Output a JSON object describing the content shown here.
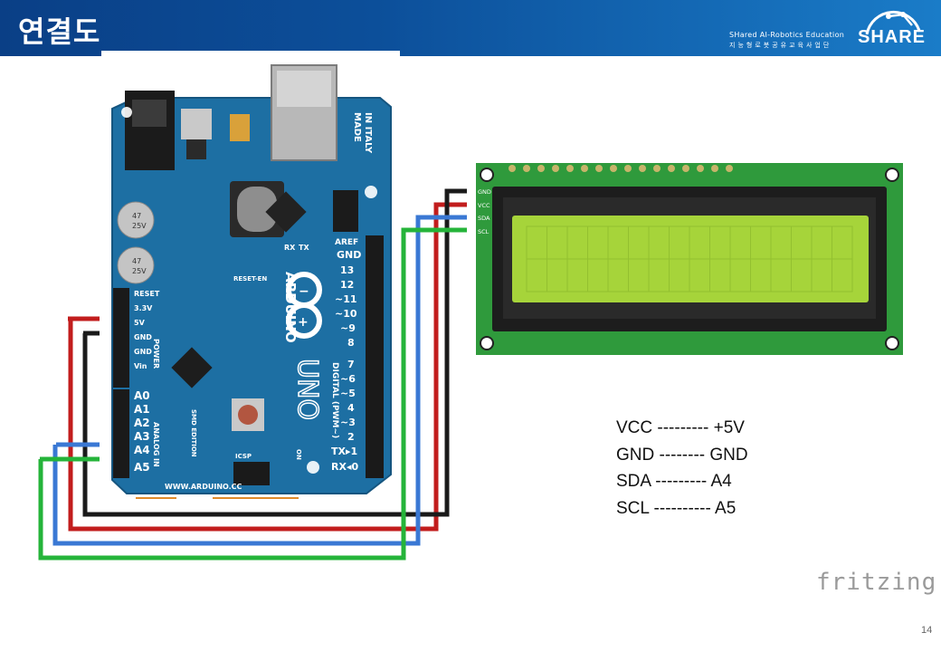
{
  "header": {
    "title": "연결도",
    "logo_line1": "SHared AI-Robotics Education",
    "logo_line2": "지능형로봇공유교육사업단",
    "logo_word": "SHARE"
  },
  "arduino": {
    "made_in": [
      "MADE",
      "IN ITALY"
    ],
    "brand": "ARDUINO",
    "model": "UNO",
    "website": "WWW.ARDUINO.CC",
    "reset_en": "RESET-EN",
    "smd": "SMD EDITION",
    "icsp": "ICSP",
    "on": "ON",
    "aref": "AREF",
    "digital_label": "DIGITAL (PWM~)",
    "power_label": "POWER",
    "analog_label": "ANALOG IN",
    "cap1": [
      "47",
      "25V"
    ],
    "cap2": [
      "47",
      "25V"
    ],
    "power_pins": [
      "RESET",
      "3.3V",
      "5V",
      "GND",
      "GND",
      "Vin"
    ],
    "analog_pins": [
      "A0",
      "A1",
      "A2",
      "A3",
      "A4",
      "A5"
    ],
    "digital_pins": [
      "GND",
      "13",
      "12",
      "~11",
      "~10",
      "~9",
      "8",
      "7",
      "~6",
      "~5",
      "4",
      "~3",
      "2",
      "TX▸1",
      "RX◂0"
    ],
    "rx": "RX",
    "tx": "TX"
  },
  "lcd": {
    "pins": [
      "GND",
      "VCC",
      "SDA",
      "SCL"
    ]
  },
  "mapping": [
    "VCC --------- +5V",
    "GND -------- GND",
    "SDA --------- A4",
    "SCL ---------- A5"
  ],
  "watermark": "fritzing",
  "page_number": "14",
  "colors": {
    "wire_vcc": "#c21d1d",
    "wire_gnd": "#1a1a1a",
    "wire_sda": "#3a78d4",
    "wire_scl": "#25b43a",
    "board": "#1d6fa3",
    "lcd_pcb": "#2f9a3c",
    "lcd_screen": "#a6d43a"
  }
}
